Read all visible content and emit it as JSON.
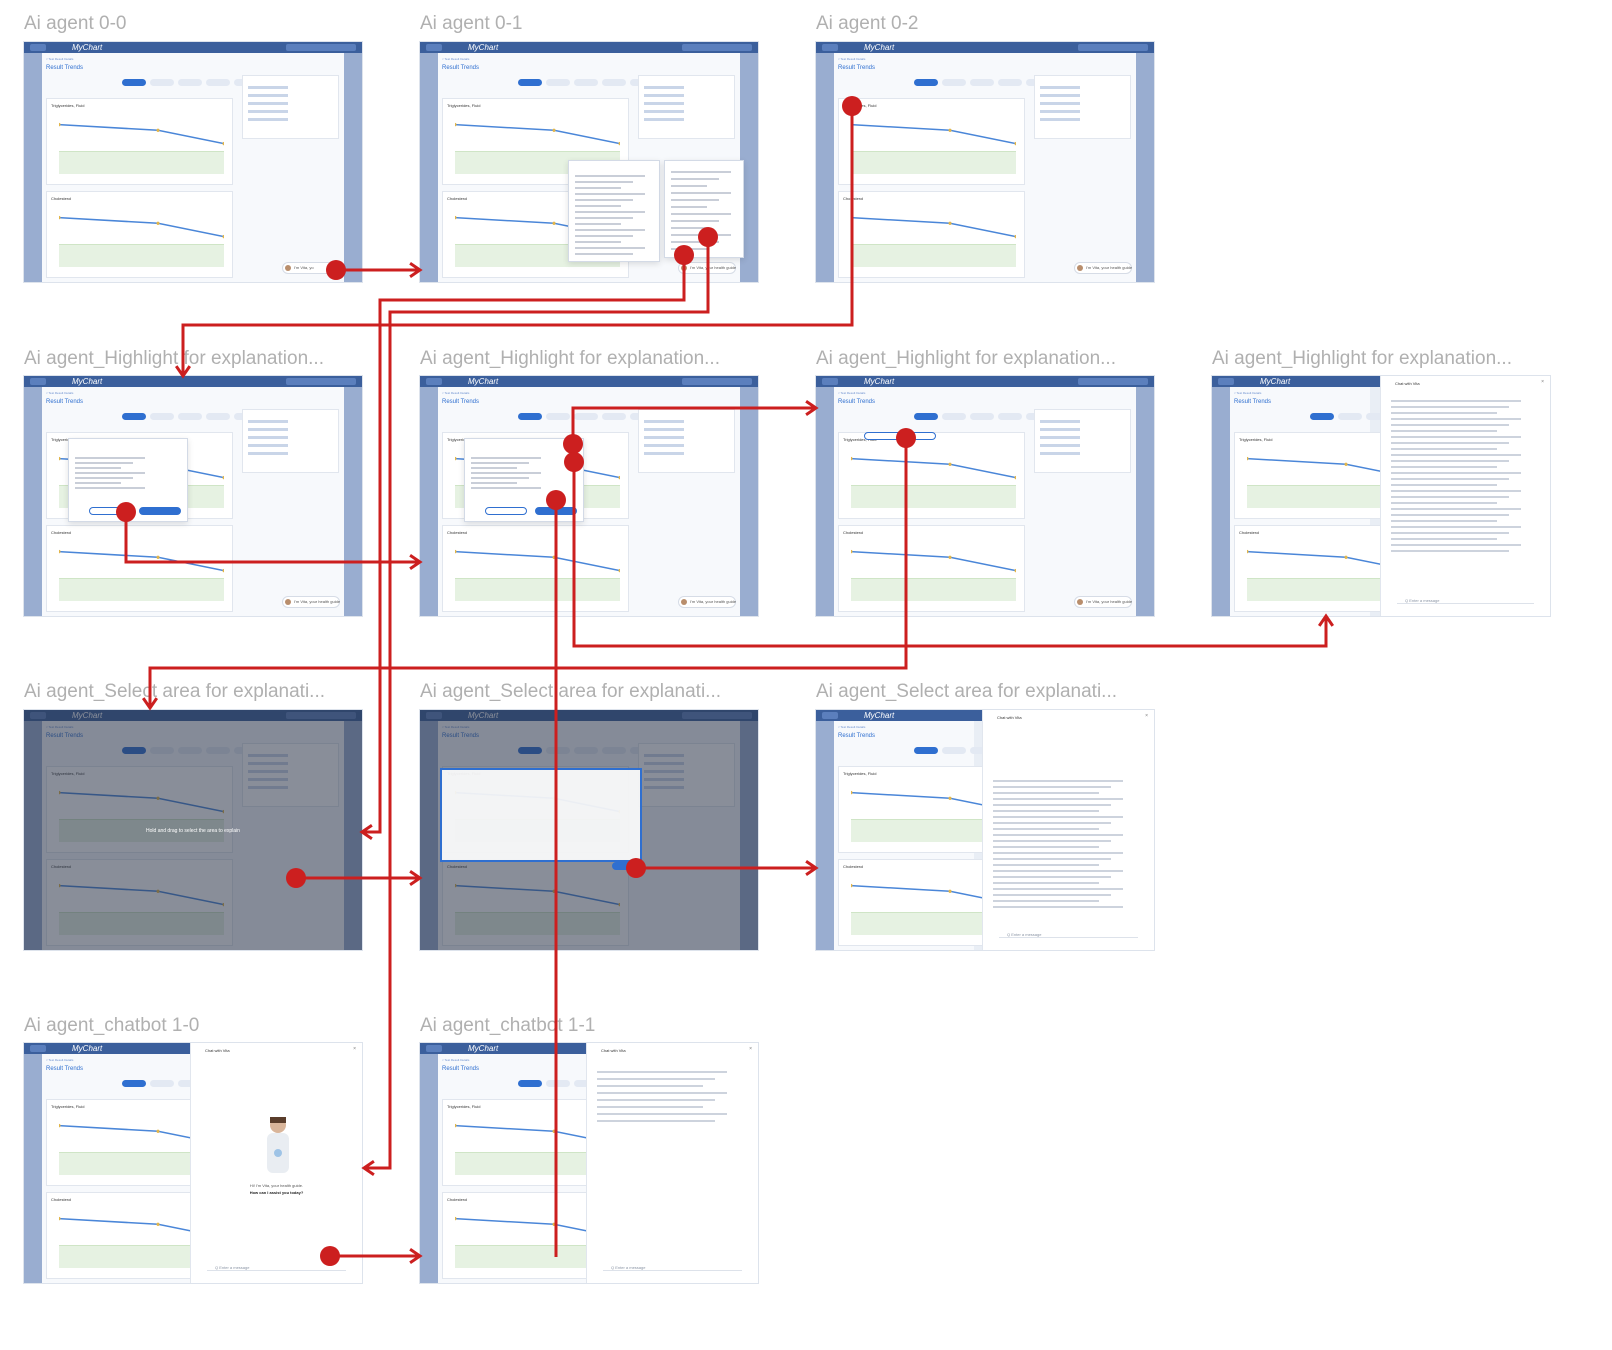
{
  "frames": [
    {
      "id": "f00",
      "title": "Ai agent 0-0",
      "variant": "base",
      "chat_bubble": "I'm Vita, yo"
    },
    {
      "id": "f01",
      "title": "Ai agent 0-1",
      "variant": "popup",
      "chat_bubble": "I'm Vita, your health guide"
    },
    {
      "id": "f02",
      "title": "Ai agent 0-2",
      "variant": "base",
      "chat_bubble": "I'm Vita, your health guide"
    },
    {
      "id": "f10",
      "title": "Ai agent_Highlight for explanation...",
      "variant": "highlight-popover",
      "chat_bubble": "I'm Vita, your health guide"
    },
    {
      "id": "f11",
      "title": "Ai agent_Highlight for explanation...",
      "variant": "highlight-popover2",
      "chat_bubble": "I'm Vita, your health guide"
    },
    {
      "id": "f12",
      "title": "Ai agent_Highlight for explanation...",
      "variant": "highlight-chip",
      "chat_bubble": "I'm Vita, your health guide"
    },
    {
      "id": "f13",
      "title": "Ai agent_Highlight for explanation...",
      "variant": "chat-explain",
      "chat_bubble": ""
    },
    {
      "id": "f20",
      "title": "Ai agent_Select area for explanati...",
      "variant": "overlay",
      "overlay_text": "Hold and drag to select the area to explain"
    },
    {
      "id": "f21",
      "title": "Ai agent_Select area for explanati...",
      "variant": "selected"
    },
    {
      "id": "f22",
      "title": "Ai agent_Select area for explanati...",
      "variant": "chat-area"
    },
    {
      "id": "f30",
      "title": "Ai agent_chatbot 1-0",
      "variant": "chat-welcome"
    },
    {
      "id": "f31",
      "title": "Ai agent_chatbot 1-1",
      "variant": "chat-list"
    }
  ],
  "ui": {
    "logo": "MyChart",
    "page_title": "Result Trends",
    "crumb": "< Test Result Details",
    "card1_title": "Triglycerides, Fluid",
    "card2_title": "Cholesterol",
    "chat_header": "Chat with Vita",
    "chat_placeholder": "Q  Enter a message",
    "welcome_line1": "Hi! I'm Vita, your health guide.",
    "welcome_line2": "How can I assist you today?"
  },
  "colors": {
    "flow": "#cc1f1f",
    "brand": "#2f6fd0",
    "header": "#3b5f9c"
  }
}
